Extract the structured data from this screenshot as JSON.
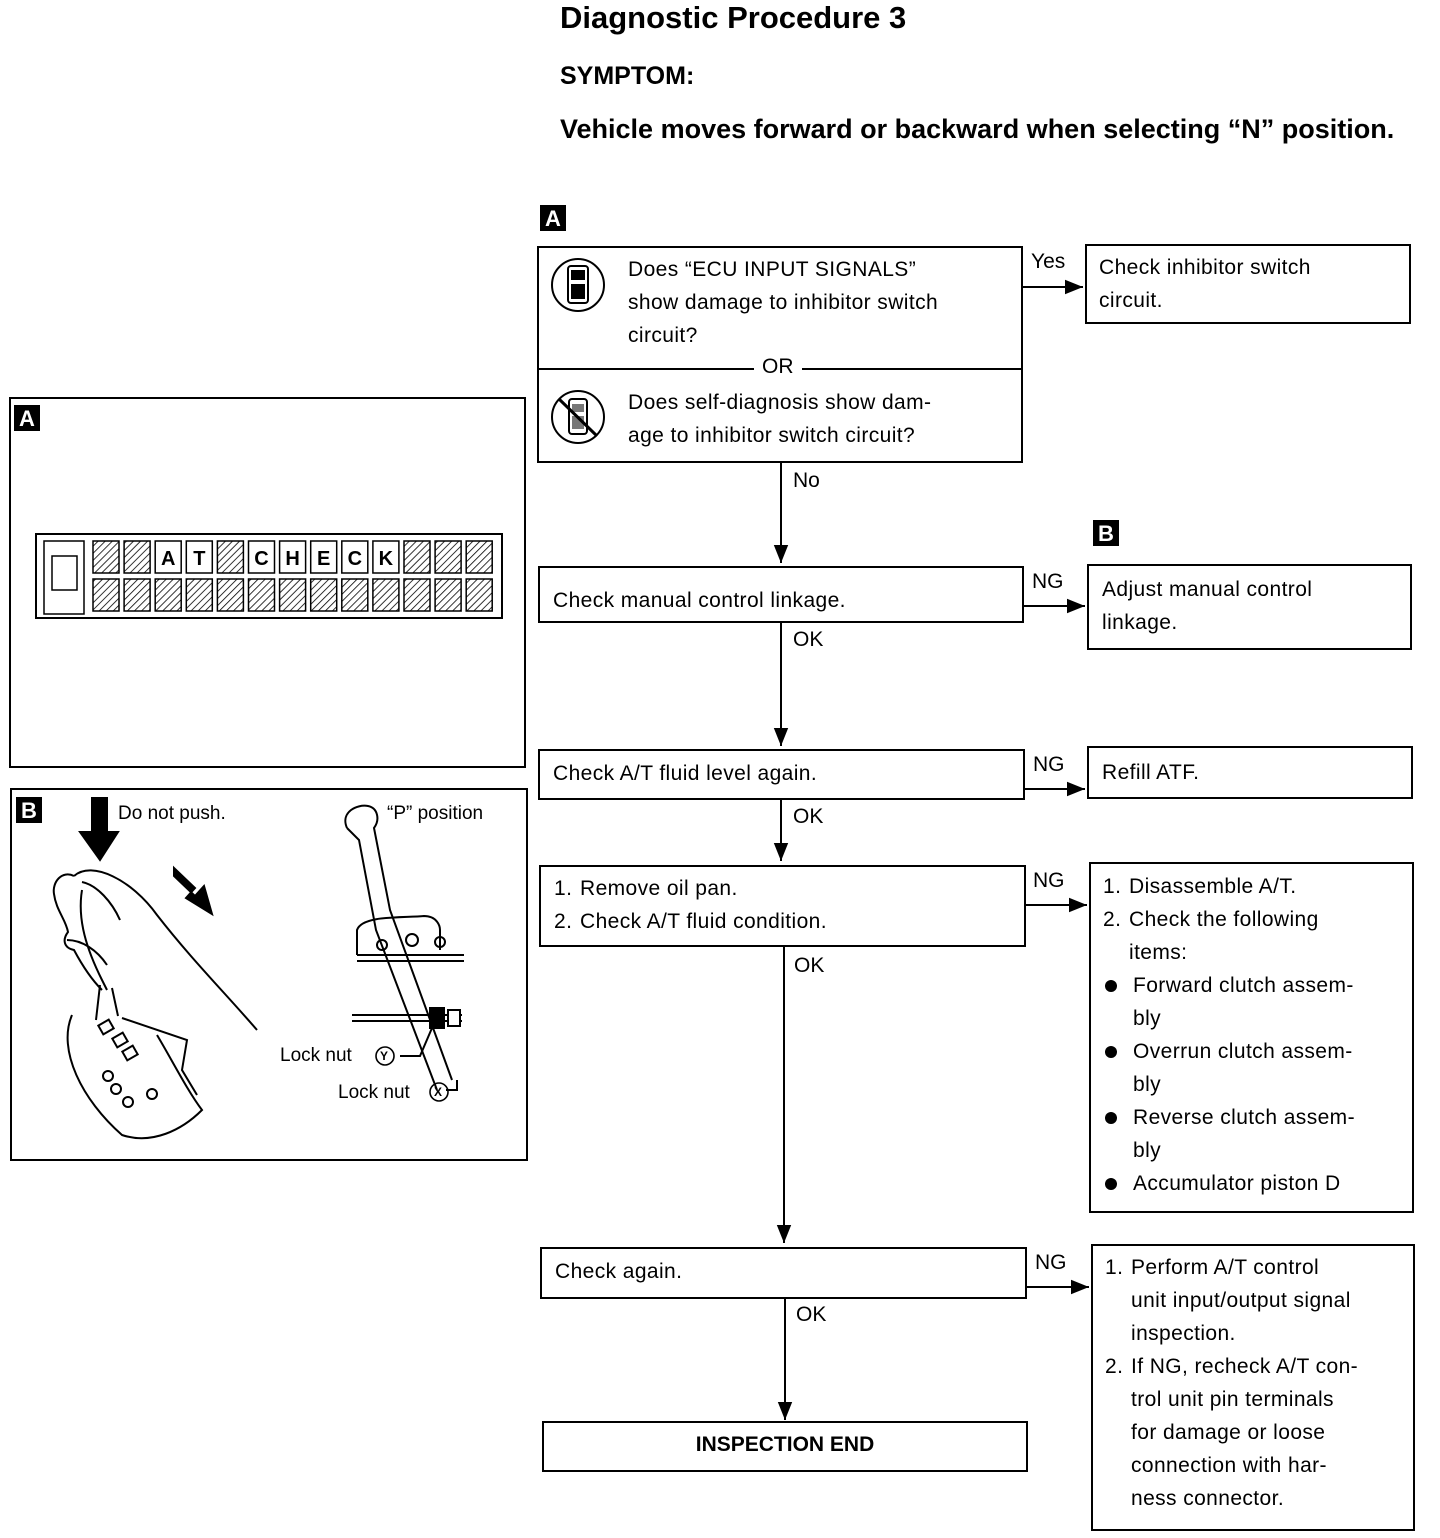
{
  "header": {
    "title": "Diagnostic Procedure 3",
    "symptom_label": "SYMPTOM:",
    "symptom_text": "Vehicle moves forward or backward when selecting “N” position."
  },
  "tags": {
    "a": "A",
    "b": "B"
  },
  "flow": {
    "q1": {
      "line1": "Does “ECU INPUT SIGNALS”",
      "line2": "show damage to inhibitor switch",
      "line3": "circuit?"
    },
    "or_label": "OR",
    "q2": {
      "line1": "Does self-diagnosis show dam-",
      "line2": "age to inhibitor switch circuit?"
    },
    "yes_label": "Yes",
    "no_label": "No",
    "ng_label": "NG",
    "ok_label": "OK",
    "r1": {
      "line1": "Check inhibitor switch",
      "line2": "circuit."
    },
    "s2": "Check manual control linkage.",
    "r2": {
      "line1": "Adjust manual control",
      "line2": "linkage."
    },
    "s3": "Check A/T fluid level again.",
    "r3": "Refill ATF.",
    "s4": {
      "i1n": "1.",
      "i1": "Remove oil pan.",
      "i2n": "2.",
      "i2": "Check A/T fluid condition."
    },
    "r4": {
      "i1n": "1.",
      "i1": "Disassemble A/T.",
      "i2n": "2.",
      "i2a": "Check the following",
      "i2b": "items:",
      "b1a": "Forward clutch assem-",
      "b1b": "bly",
      "b2a": "Overrun clutch assem-",
      "b2b": "bly",
      "b3a": "Reverse clutch assem-",
      "b3b": "bly",
      "b4": "Accumulator piston D"
    },
    "s5": "Check again.",
    "r5": {
      "i1n": "1.",
      "i1a": "Perform A/T control",
      "i1b": "unit input/output signal",
      "i1c": "inspection.",
      "i2n": "2.",
      "i2a": "If NG, recheck A/T con-",
      "i2b": "trol unit pin terminals",
      "i2c": "for damage or loose",
      "i2d": "connection with har-",
      "i2e": "ness connector."
    },
    "end": "INSPECTION END"
  },
  "figure_a": {
    "display_top": [
      "",
      "",
      "A",
      "T",
      "",
      "C",
      "H",
      "E",
      "C",
      "K",
      "",
      "",
      ""
    ]
  },
  "figure_b": {
    "do_not_push": "Do not push.",
    "p_position": "“P” position",
    "lock_nut_y": "Lock nut",
    "lock_nut_x": "Lock nut",
    "y_sym": "Y",
    "x_sym": "X"
  }
}
